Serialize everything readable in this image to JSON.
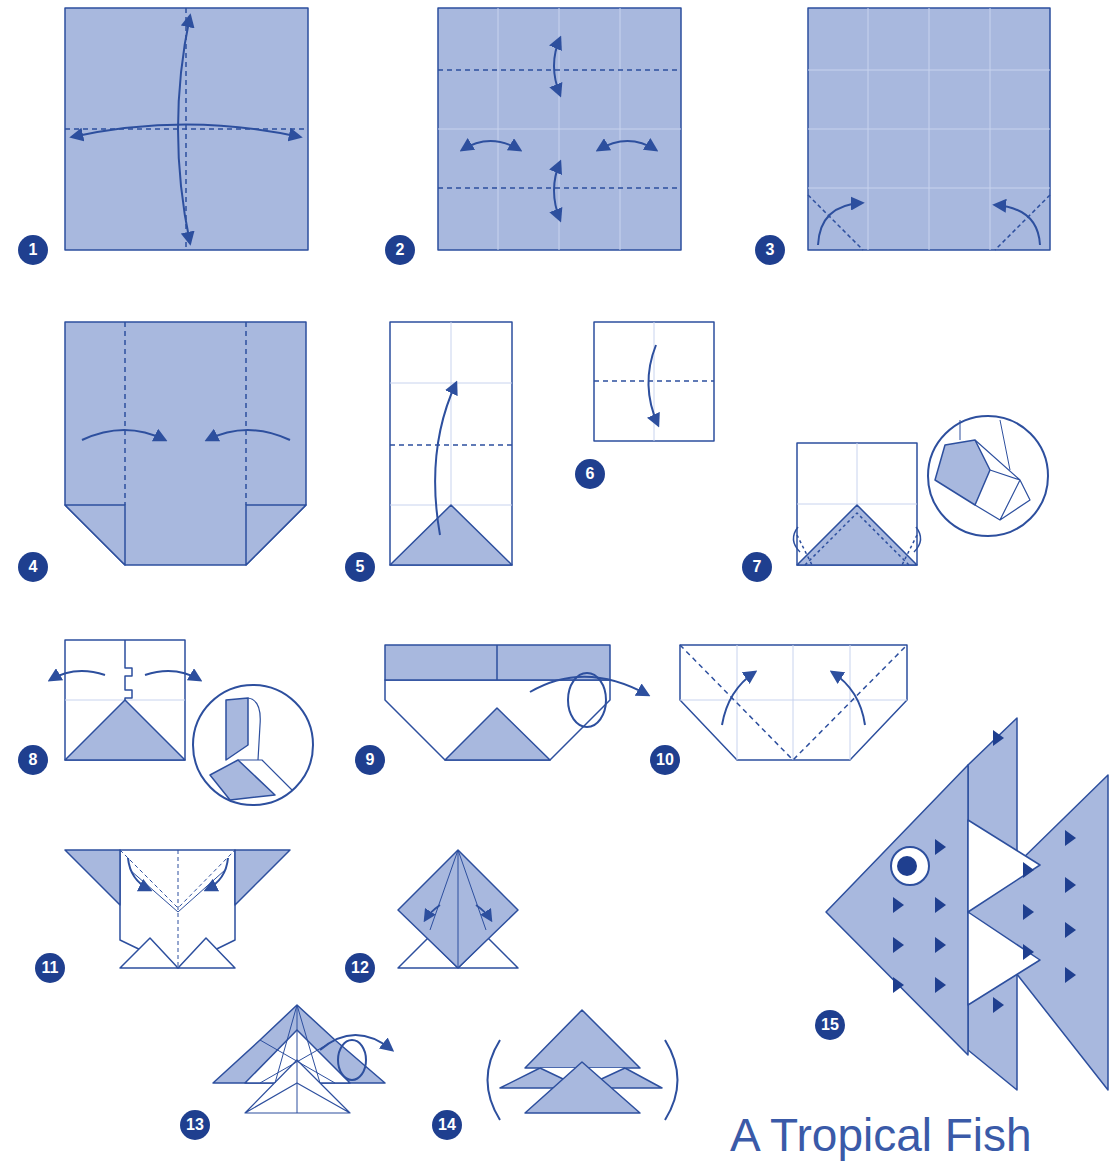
{
  "diagram": {
    "title": "A Tropical Fish",
    "labels": [
      "1",
      "2",
      "3",
      "4",
      "5",
      "6",
      "7",
      "8",
      "9",
      "10",
      "11",
      "12",
      "13",
      "14",
      "15"
    ]
  }
}
